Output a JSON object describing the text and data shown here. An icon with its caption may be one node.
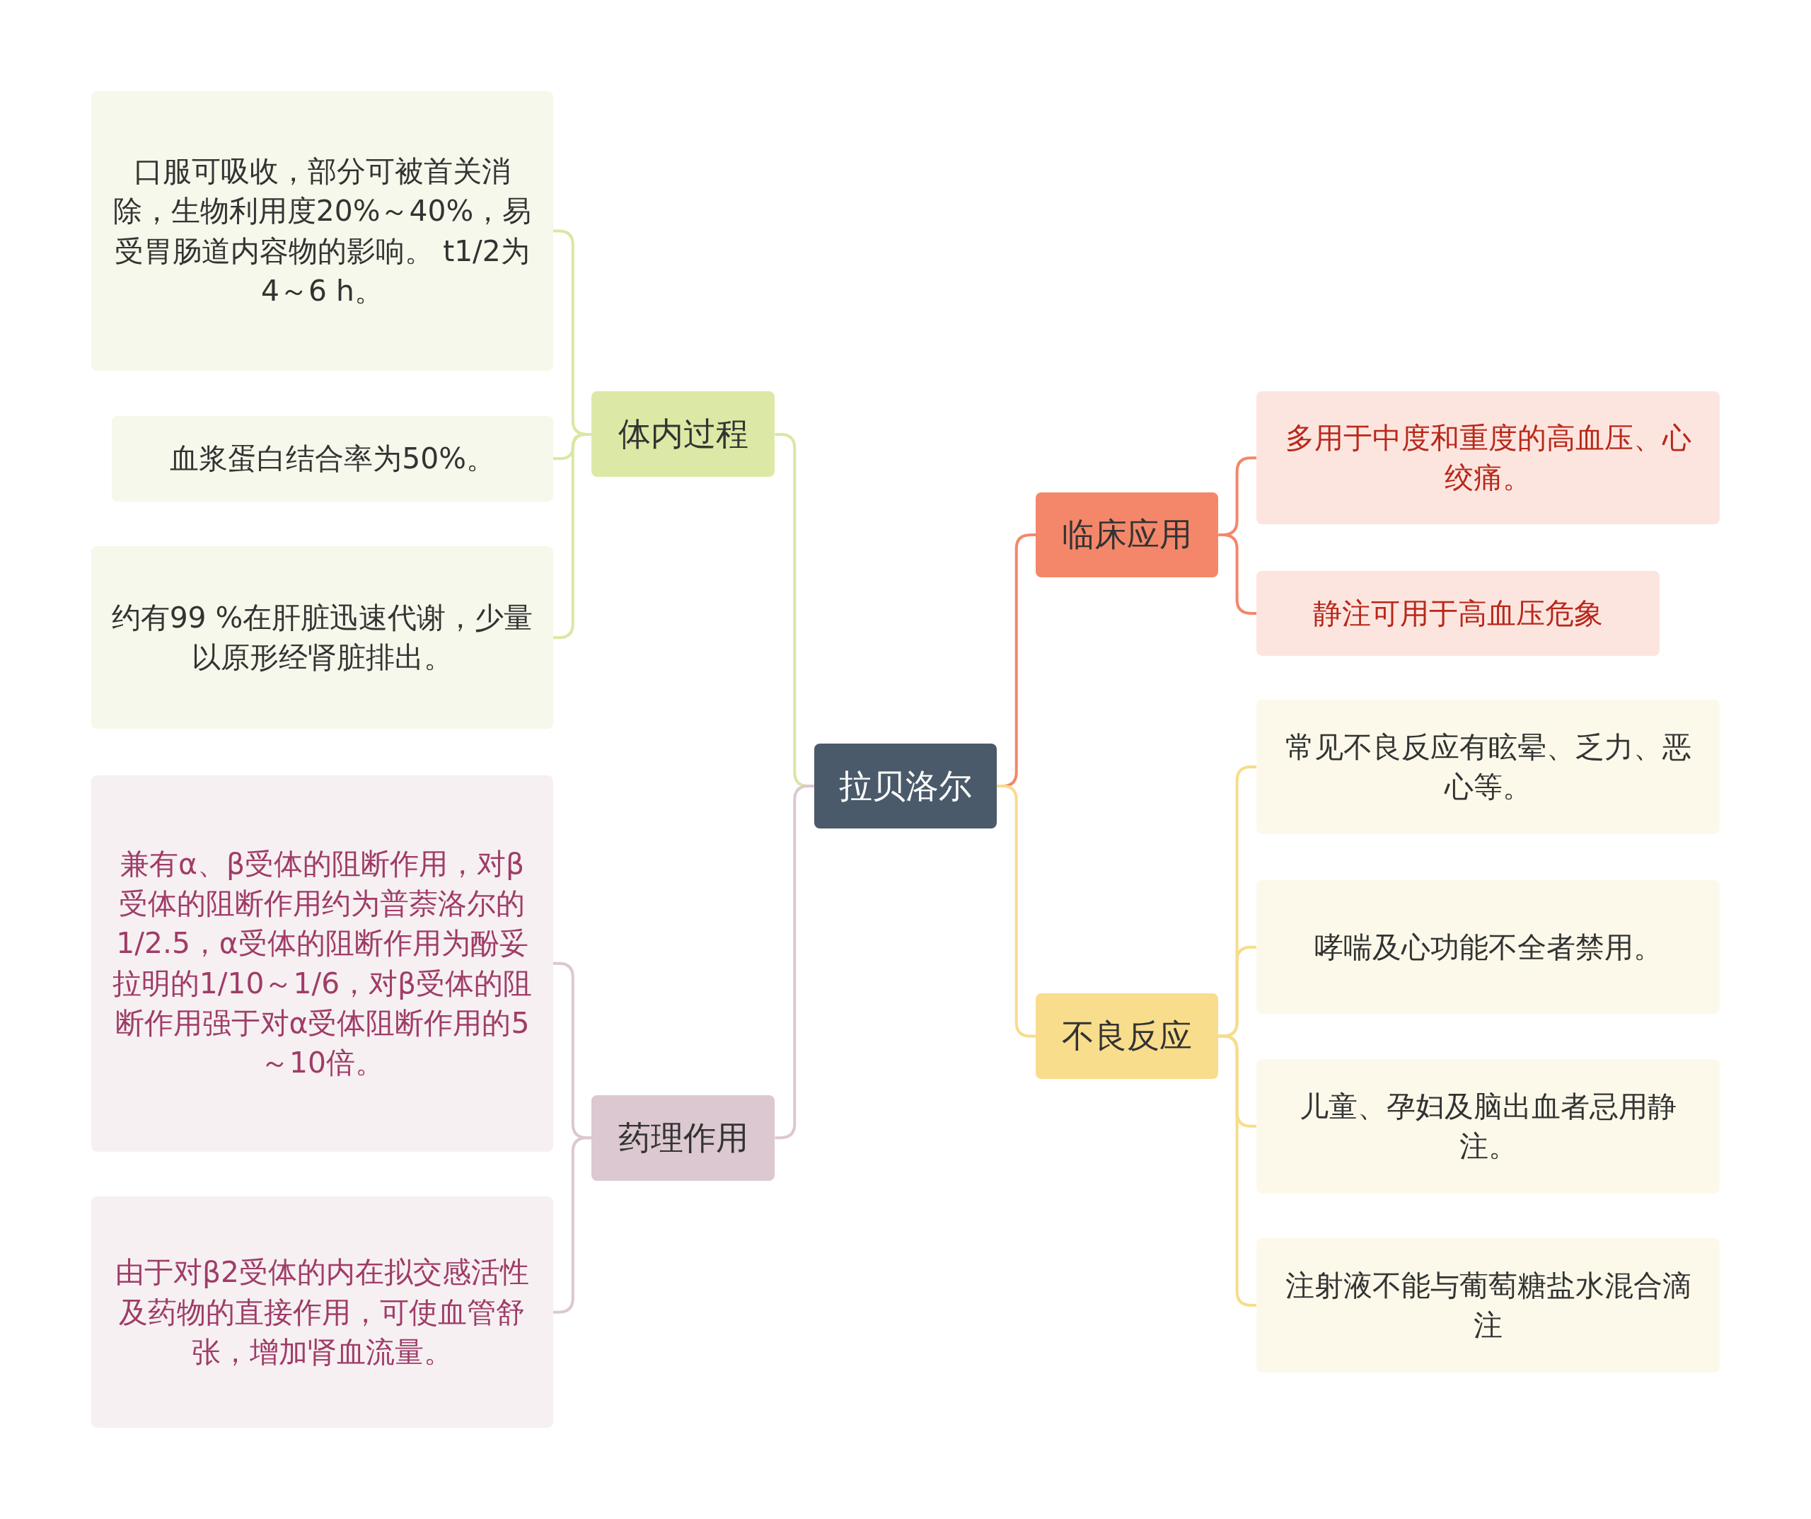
{
  "diagram": {
    "nodes": [
      {
        "text": [
          "拉贝洛尔"
        ]
      },
      {
        "text": [
          "体内过程"
        ]
      },
      {
        "text": [
          "口服可吸收，部分可被首关消除，生物利用度20%～40%，易受胃肠道内容物的影响。 t1/2为4～6 h。"
        ]
      },
      {
        "text": [
          "血浆蛋白结合率为50%。"
        ]
      },
      {
        "text": [
          "约有99 %在肝脏迅速代谢，少量以原形经肾脏排出。"
        ]
      },
      {
        "text": [
          "药理作用"
        ]
      },
      {
        "text": [
          "兼有α、β受体的阻断作用，对β受体的阻断作用约为普萘洛尔的1/2.5，α受体的阻断作用为酚妥拉明的1/10～1/6，对β受体的阻断作用强于对α受体阻断作用的5～10倍。"
        ]
      },
      {
        "text": [
          "由于对β2受体的内在拟交感活性及药物的直接作用，可使血管舒张，增加肾血流量。"
        ]
      },
      {
        "text": [
          "临床应用"
        ]
      },
      {
        "text": [
          "多用于中度和重度的高血压、心绞痛。"
        ]
      },
      {
        "text": [
          "静注可用于高血压危象"
        ]
      },
      {
        "text": [
          "不良反应"
        ]
      },
      {
        "text": [
          "常见不良反应有眩晕、乏力、恶心等。"
        ]
      },
      {
        "text": [
          "哮喘及心功能不全者禁用。"
        ]
      },
      {
        "text": [
          "儿童、孕妇及脑出血者忌用静注。"
        ]
      },
      {
        "text": [
          "注射液不能与葡萄糖盐水混合滴注"
        ]
      }
    ],
    "edges": [
      {
        "from": 0,
        "to": 1,
        "arrow": "none",
        "color": "#d9e8a2"
      },
      {
        "from": 0,
        "to": 5,
        "arrow": "none",
        "color": "#dcc8d0"
      },
      {
        "from": 0,
        "to": 8,
        "arrow": "none",
        "color": "#f4876a"
      },
      {
        "from": 0,
        "to": 11,
        "arrow": "none",
        "color": "#f7dc8a"
      },
      {
        "from": 1,
        "to": 2,
        "arrow": "none",
        "color": "#d9e8a2"
      },
      {
        "from": 1,
        "to": 3,
        "arrow": "none",
        "color": "#d9e8a2"
      },
      {
        "from": 1,
        "to": 4,
        "arrow": "none",
        "color": "#d9e8a2"
      },
      {
        "from": 5,
        "to": 6,
        "arrow": "none",
        "color": "#dcc8d0"
      },
      {
        "from": 5,
        "to": 7,
        "arrow": "none",
        "color": "#dcc8d0"
      },
      {
        "from": 8,
        "to": 9,
        "arrow": "none",
        "color": "#f4876a"
      },
      {
        "from": 8,
        "to": 10,
        "arrow": "none",
        "color": "#f4876a"
      },
      {
        "from": 11,
        "to": 12,
        "arrow": "none",
        "color": "#f7dc8a"
      },
      {
        "from": 11,
        "to": 13,
        "arrow": "none",
        "color": "#f7dc8a"
      },
      {
        "from": 11,
        "to": 14,
        "arrow": "none",
        "color": "#f7dc8a"
      },
      {
        "from": 11,
        "to": 15,
        "arrow": "none",
        "color": "#f7dc8a"
      }
    ]
  }
}
